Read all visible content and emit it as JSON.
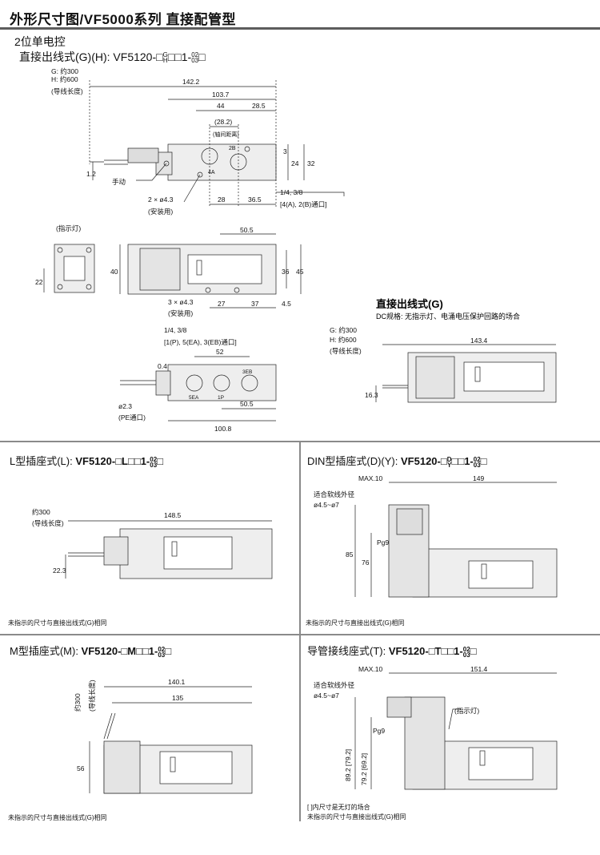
{
  "header": {
    "title_a": "外形尺寸图/",
    "title_b": "VF5000",
    "title_c": "系列  直接配管型"
  },
  "top": {
    "subtitle": "2位单电控",
    "line2": "直接出线式(G)(H): VF5120-□",
    "line2_sup": "G",
    "line2_sub": "H",
    "line2_tail": "□□1-",
    "port_sup": "02",
    "port_sub": "03",
    "box": "□",
    "wire_g": "G: 约300",
    "wire_h": "H: 约600",
    "wire_note": "(导线长度)",
    "dims": {
      "d142_2": "142.2",
      "d103_7": "103.7",
      "d44": "44",
      "d28_5": "28.5",
      "d28_2": "(28.2)",
      "pitch": "(轴间距离)",
      "d3": "3",
      "d24": "24",
      "d32": "32",
      "d1_2": "1.2",
      "d28": "28",
      "d36_5": "36.5",
      "port": "1/4, 3/8",
      "port_note": "[4(A), 2(B)通口]",
      "manual": "手动",
      "mount": "2 × ø4.3",
      "mount_note": "(安装用)",
      "p2b": "2B",
      "p4a": "4A"
    },
    "plan": {
      "lamp": "(指示灯)",
      "d22": "22",
      "d40": "40",
      "d50_5": "50.5",
      "d36": "36",
      "d45": "45",
      "d27": "27",
      "d37": "37",
      "d4_5": "4.5",
      "mount": "3 × ø4.3",
      "mount_note": "(安装用)"
    },
    "bottom": {
      "port": "1/4, 3/8",
      "port_note": "[1(P), 5(EA), 3(EB)通口]",
      "d52": "52",
      "d0_4": "0.4",
      "d2_3": "ø2.3",
      "pe": "(PE通口)",
      "d50_5": "50.5",
      "d100_8": "100.8",
      "p3eb": "3EB",
      "p5ea": "5EA",
      "p1p": "1P"
    },
    "g_type": {
      "title": "直接出线式(G)",
      "desc": "DC规格: 无指示灯、电涌电压保护回路的场合",
      "wire_g": "G: 约300",
      "wire_h": "H: 约600",
      "wire_note": "(导线长度)",
      "d143_4": "143.4",
      "d16_3": "16.3"
    }
  },
  "sec_l": {
    "title_a": "L型插座式(L): ",
    "title_b": "VF5120-□L□□1-",
    "sup": "02",
    "sub": "03",
    "box": "□",
    "wire": "约300",
    "wire_note": "(导线长度)",
    "d148_5": "148.5",
    "d22_3": "22.3",
    "note": "未指示的尺寸与直接出线式(G)相同"
  },
  "sec_din": {
    "title_a": "DIN型插座式(D)(Y): ",
    "title_b": "VF5120-□",
    "sup1": "D",
    "sub1": "Y",
    "title_c": "□□1-",
    "sup": "02",
    "sub": "03",
    "box": "□",
    "max": "MAX.10",
    "d149": "149",
    "cable": "适合软线外径",
    "cable_d": "ø4.5~ø7",
    "pg": "Pg9",
    "d85": "85",
    "d76": "76",
    "note": "未指示的尺寸与直接出线式(G)相同"
  },
  "sec_m": {
    "title_a": "M型插座式(M): ",
    "title_b": "VF5120-□M□□1-",
    "sup": "02",
    "sub": "03",
    "box": "□",
    "wire": "约300",
    "wire_note": "(导线长度)",
    "d140_1": "140.1",
    "d135": "135",
    "d56": "56",
    "note": "未指示的尺寸与直接出线式(G)相同"
  },
  "sec_t": {
    "title_a": "导管接线座式(T): ",
    "title_b": "VF5120-□T□□1-",
    "sup": "02",
    "sub": "03",
    "box": "□",
    "max": "MAX.10",
    "d151_4": "151.4",
    "cable": "适合软线外径",
    "cable_d": "ø4.5~ø7",
    "pg": "Pg9",
    "lamp": "(指示灯)",
    "d89": "89.2 [79.2]",
    "d79": "79.2 [69.2]",
    "note1": "[  ]内尺寸是无灯的场合",
    "note2": "未指示的尺寸与直接出线式(G)相同"
  }
}
